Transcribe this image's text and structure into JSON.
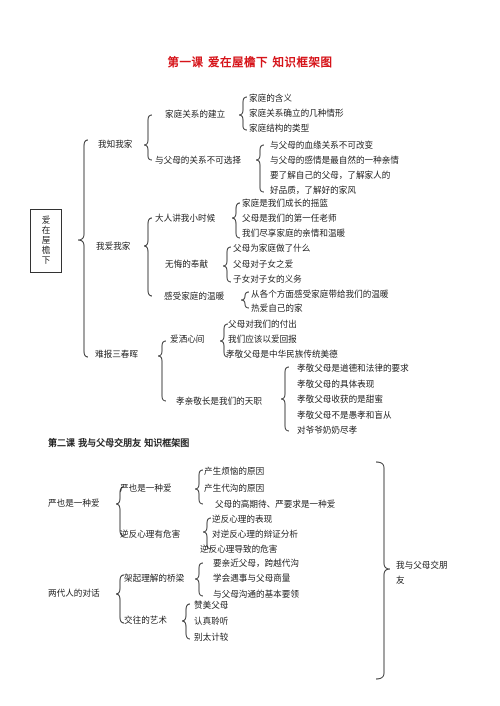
{
  "lesson1": {
    "title": "第一课   爱在屋檐下   知识框架图",
    "root": "爱在屋檐下",
    "b1": {
      "label": "我知我家",
      "s1": {
        "label": "家庭关系的建立",
        "items": [
          "家庭的含义",
          "家庭关系确立的几种情形",
          "家庭结构的类型"
        ]
      },
      "s2": {
        "label": "与父母的关系不可选择",
        "items": [
          "与父母的血缘关系不可改变",
          "与父母的感情是最自然的一种亲情",
          "要了解自己的父母，了解家人的",
          "好品质，了解好的家风"
        ]
      }
    },
    "b2": {
      "label": "我爱我家",
      "s1": {
        "label": "大人讲我小时候",
        "items": [
          "家庭是我们成长的摇篮",
          "父母是我们的第一任老师",
          "我们尽享家庭的亲情和温暖"
        ]
      },
      "s2": {
        "label": "无悔的奉献",
        "items": [
          "父母为家庭做了什么",
          "父母对子女之爱",
          "子女对子女的义务"
        ]
      },
      "s3": {
        "label": "感受家庭的温暖",
        "items": [
          "从各个方面感受家庭带给我们的温暖",
          "热爱自己的家"
        ]
      }
    },
    "b3": {
      "label": "难报三春晖",
      "s1": {
        "label": "爱洒心间",
        "items": [
          "父母对我们的付出",
          "我们应该以爱回报",
          "孝敬父母是中华民族传统美德"
        ]
      },
      "s2": {
        "label": "孝亲敬长是我们的天职",
        "items": [
          "孝敬父母是道德和法律的要求",
          "孝敬父母的具体表现",
          "孝敬父母收获的是甜蜜",
          "孝敬父母不是愚孝和盲从",
          "对爷爷奶奶尽孝"
        ]
      }
    }
  },
  "lesson2": {
    "title": "第二课   我与父母交朋友   知识框架图",
    "root": "我与父母交朋友",
    "b1": {
      "label": "严也是一种爱",
      "s1": {
        "label": "严也是一种爱",
        "items": [
          "产生烦恼的原因",
          "产生代沟的原因",
          "父母的高期待、严要求是一种爱"
        ]
      },
      "s2": {
        "label": "逆反心理有危害",
        "items": [
          "逆反心理的表现",
          "对逆反心理的辩证分析",
          "逆反心理导致的危害"
        ]
      }
    },
    "b2": {
      "label": "两代人的对话",
      "s1": {
        "label": "架起理解的桥梁",
        "items": [
          "要亲近父母，跨越代沟",
          "学会遇事与父母商量",
          "与父母沟通的基本要领"
        ]
      },
      "s2": {
        "label": "交往的艺术",
        "items": [
          "赞美父母",
          "认真聆听",
          "别太计较"
        ]
      }
    }
  }
}
